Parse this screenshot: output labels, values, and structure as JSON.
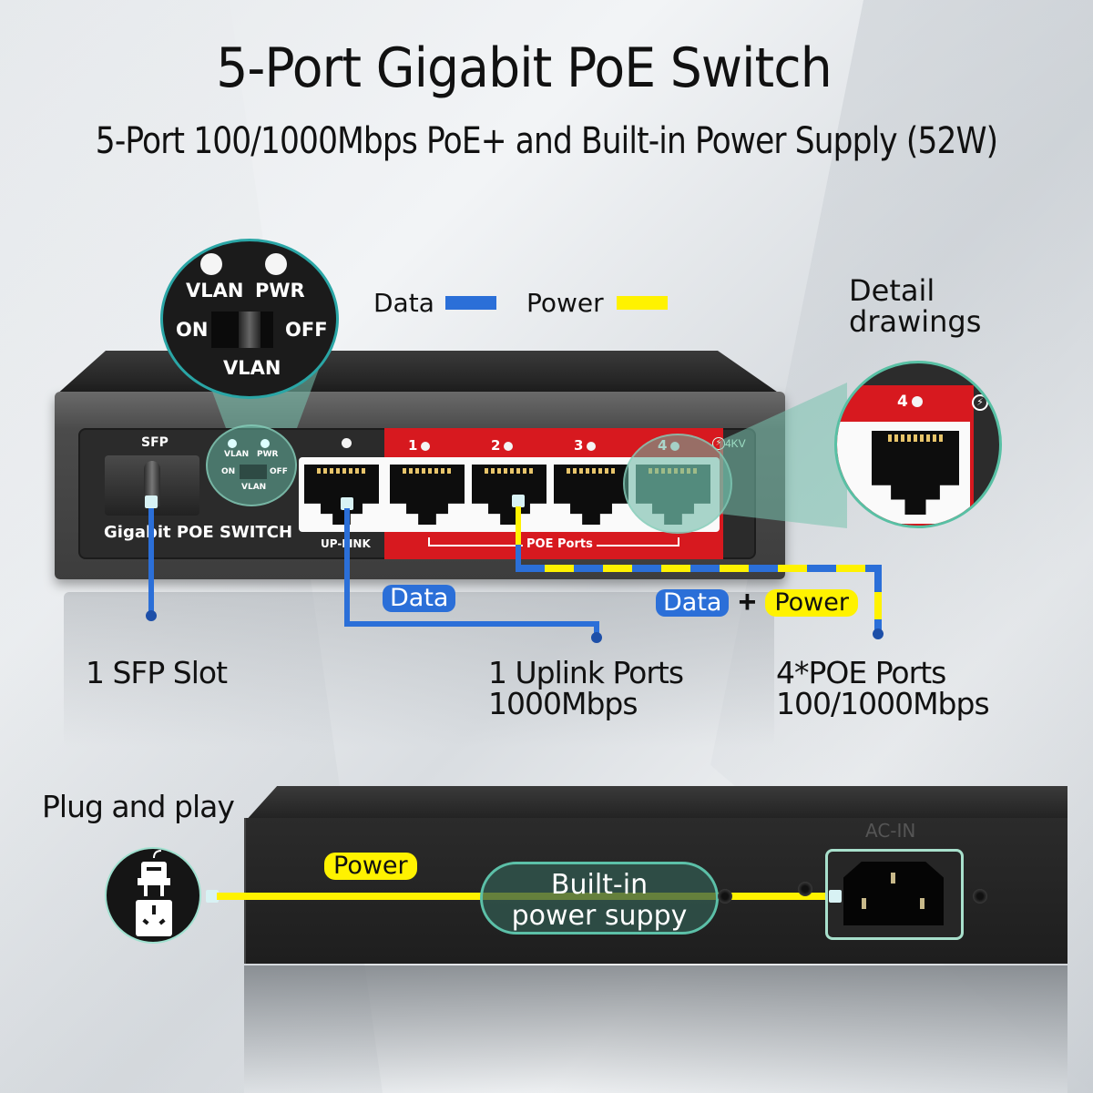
{
  "header": {
    "title": "5-Port Gigabit PoE Switch",
    "subtitle": "5-Port 100/1000Mbps PoE+ and Built-in Power Supply (52W)"
  },
  "legend": {
    "items": [
      {
        "label": "Data",
        "color": "#2b6fd8"
      },
      {
        "label": "Power",
        "color": "#fff200"
      }
    ]
  },
  "detail_label": {
    "line1": "Detail",
    "line2": "drawings"
  },
  "magnifier_vlan": {
    "led1": "VLAN",
    "led2": "PWR",
    "switch_on": "ON",
    "switch_off": "OFF",
    "switch_label": "VLAN"
  },
  "front_panel": {
    "sfp_label": "SFP",
    "brand_text": "Gigabit POE SWITCH",
    "small_vlan": {
      "led1": "VLAN",
      "led2": "PWR",
      "on": "ON",
      "off": "OFF",
      "label": "VLAN"
    },
    "uplink_label": "UP-LINK",
    "poe_ports_label": "POE Ports",
    "surge_label": "4KV",
    "ports": [
      {
        "number": "1"
      },
      {
        "number": "2"
      },
      {
        "number": "3"
      },
      {
        "number": "4"
      }
    ]
  },
  "detail_circle": {
    "port_number": "4"
  },
  "annotations": {
    "data_pill": "Data",
    "data_power_pill_data": "Data",
    "plus": "+",
    "data_power_pill_power": "Power",
    "sfp_callout": "1 SFP Slot",
    "uplink_callout_line1": "1 Uplink  Ports",
    "uplink_callout_line2": "1000Mbps",
    "poe_callout_line1": "4*POE  Ports",
    "poe_callout_line2": "100/1000Mbps"
  },
  "back_panel": {
    "plug_label": "Plug and play",
    "power_pill": "Power",
    "builtin_line1": "Built-in",
    "builtin_line2": "power suppy",
    "ac_label": "AC-IN"
  },
  "icons": {
    "plug": "plug-socket-icon",
    "lightning": "lightning-icon"
  }
}
